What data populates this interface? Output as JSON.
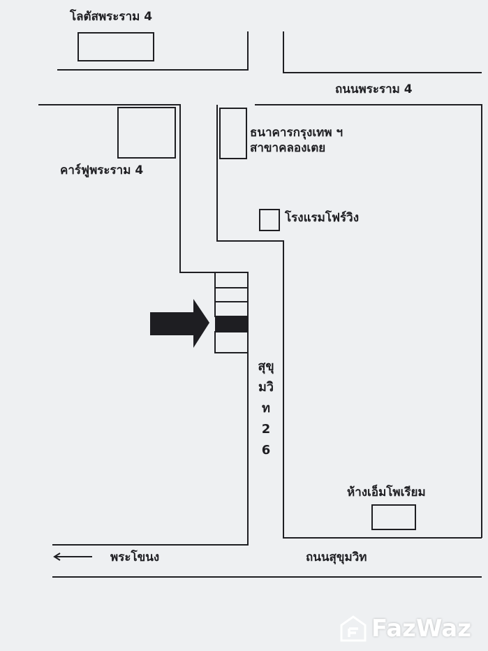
{
  "map": {
    "labels": {
      "lotus": "โลตัสพระราม 4",
      "rama4_road": "ถนนพระราม 4",
      "carrefour": "คาร์ฟูพระราม 4",
      "bangkok_bank_line1": "ธนาคารกรุงเทพ ฯ",
      "bangkok_bank_line2": "สาขาคลองเตย",
      "hotel": "โรงแรมโฟร์วิง",
      "soi": "สุขุมวิท 26",
      "emporium": "ห้างเอ็มโพเรียม",
      "phra_khanong": "พระโขนง",
      "sukhumvit_road": "ถนนสุขุมวิท"
    },
    "direction_arrow_text": "←",
    "watermark": "FazWaz",
    "colors": {
      "paper": "#eef0f2",
      "ink": "#1e1e22",
      "watermark": "#ffffff"
    }
  }
}
